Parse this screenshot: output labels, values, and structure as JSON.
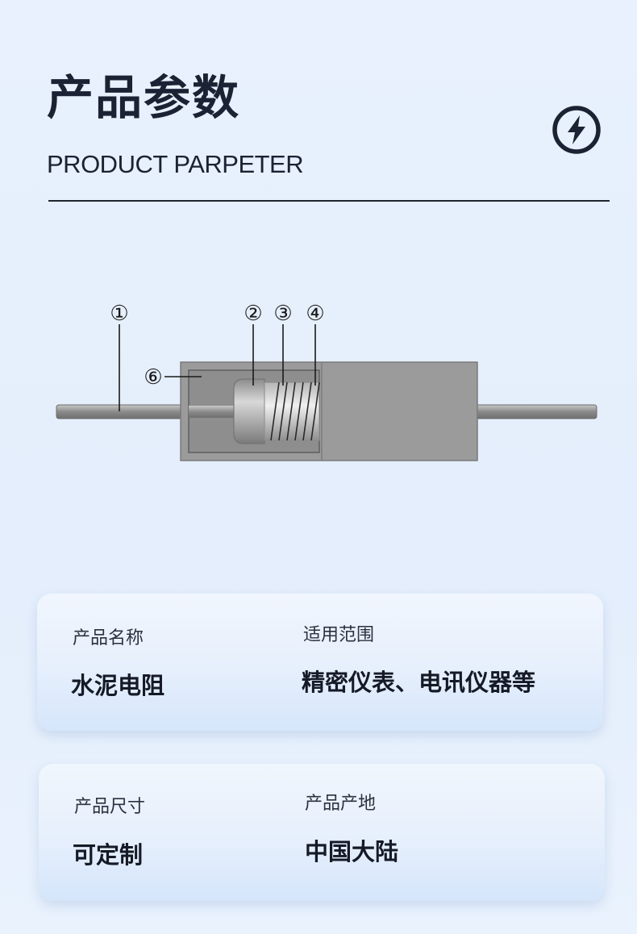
{
  "header": {
    "title": "产品参数",
    "subtitle": "PRODUCT PARPETER",
    "icon": "lightning-bolt-icon"
  },
  "diagram": {
    "callouts": [
      "①",
      "②",
      "③",
      "④",
      "⑥"
    ]
  },
  "cards": [
    {
      "left_label": "产品名称",
      "left_value": "水泥电阻",
      "right_label": "适用范围",
      "right_value": "精密仪表、电讯仪器等"
    },
    {
      "left_label": "产品尺寸",
      "left_value": "可定制",
      "right_label": "产品产地",
      "right_value": "中国大陆"
    }
  ],
  "colors": {
    "text": "#1b2233",
    "background": "#e6f0fd",
    "body_gray": "#9a9a9a"
  }
}
